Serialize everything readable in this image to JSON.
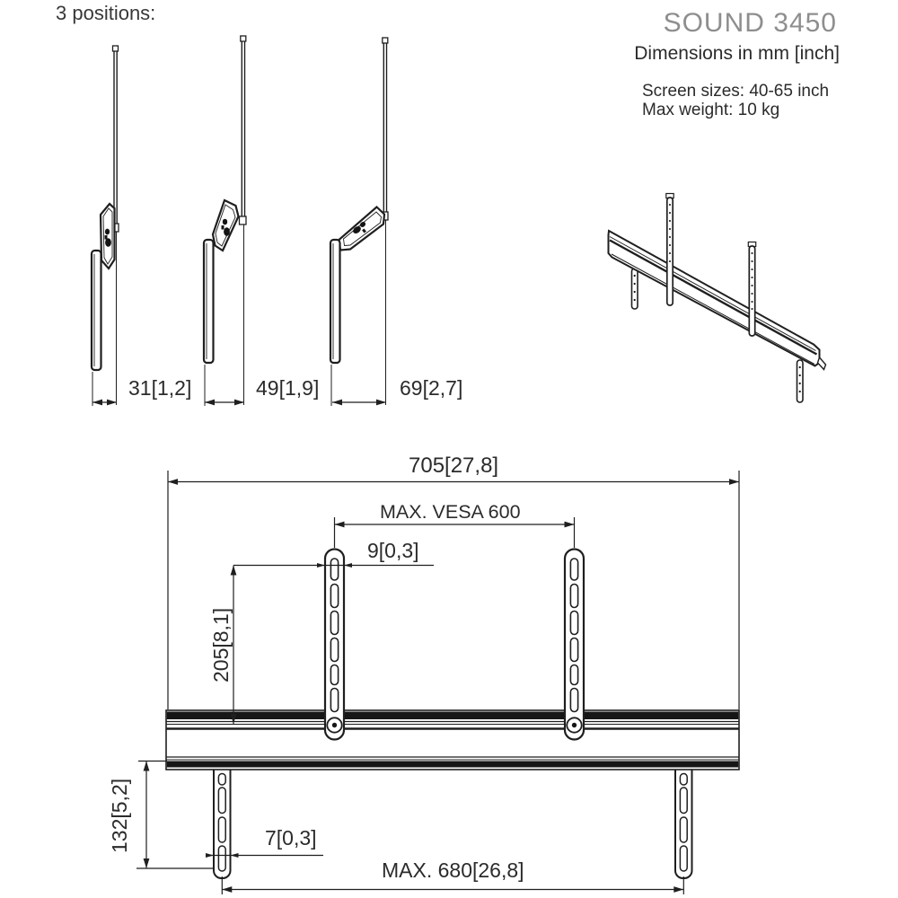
{
  "header": {
    "positions_label": "3 positions:",
    "product_name": "SOUND 3450",
    "units_note": "Dimensions in mm [inch]",
    "spec_screen_sizes": "Screen sizes: 40-65 inch",
    "spec_max_weight": "Max weight: 10 kg"
  },
  "positions_view": {
    "offsets": [
      {
        "label": "31[1,2]"
      },
      {
        "label": "49[1,9]"
      },
      {
        "label": "69[2,7]"
      }
    ]
  },
  "front_view": {
    "overall_width": "705[27,8]",
    "max_vesa": "MAX. VESA 600",
    "upper_strap_width": "9[0,3]",
    "upper_strap_length": "205[8,1]",
    "lower_strap_length": "132[5,2]",
    "lower_strap_width": "7[0,3]",
    "max_bottom_span": "MAX. 680[26,8]"
  },
  "colors": {
    "background": "#ffffff",
    "line": "#1f1f1f",
    "text_dark": "#2e2e2e",
    "title_gray": "#8e8e8e"
  }
}
